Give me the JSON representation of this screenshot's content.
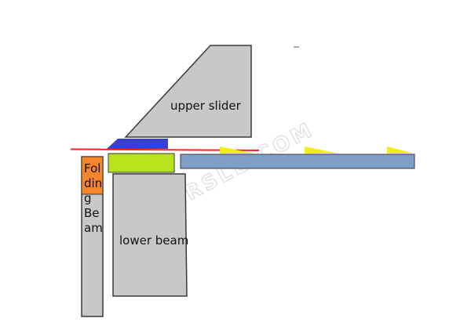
{
  "labels": {
    "upper_slider": "upper slider",
    "lower_beam": "lower beam",
    "folding_beam": "Folding Beam"
  },
  "watermark": "HARSLE.COM",
  "colors": {
    "steel": "#c8c8c8",
    "outline": "#3a3a3a",
    "clamp_blade": "#3b3fd0",
    "lower_tool": "#b6e21e",
    "folding_tool": "#f7852a",
    "sheet": "#7f9fc9",
    "sheet_line": "#ff2020",
    "feed_marker": "#f2ee1c"
  }
}
